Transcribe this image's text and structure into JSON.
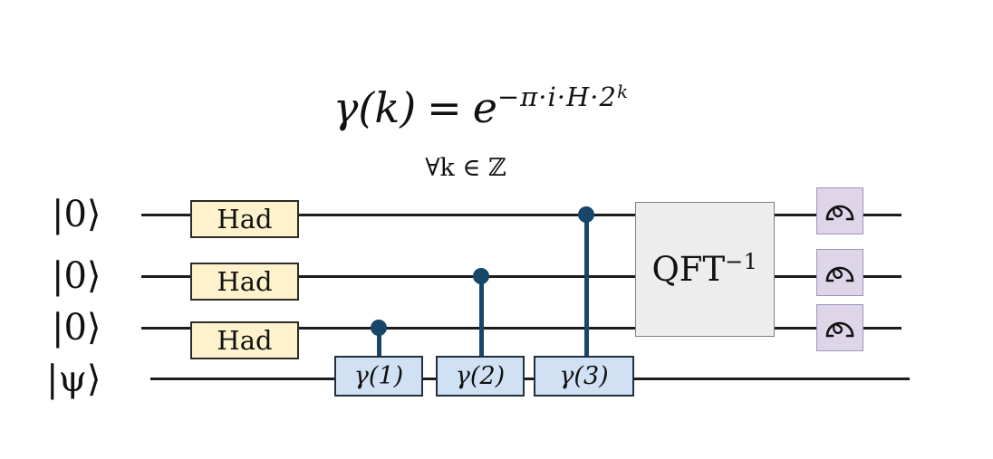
{
  "title_formula": {
    "lhs": "γ(k)",
    "equals": "=",
    "base": "e",
    "exponent": "−π·i·H·2",
    "exponent_power": "k",
    "quantifier": "∀k ∈ ℤ"
  },
  "wires": [
    {
      "label": "|0⟩"
    },
    {
      "label": "|0⟩"
    },
    {
      "label": "|0⟩"
    },
    {
      "label": "|ψ⟩"
    }
  ],
  "gates": {
    "hadamard_label": "Had",
    "controlled": [
      {
        "label": "γ(1)"
      },
      {
        "label": "γ(2)"
      },
      {
        "label": "γ(3)"
      }
    ],
    "qft": {
      "label": "QFT",
      "superscript": "−1"
    },
    "measurement_count": 3
  },
  "colors": {
    "background": "#ffffff",
    "wire": "#1c1c1c",
    "control": "#174669",
    "hadamard_fill": "#fdf2cc",
    "hadamard_border": "#2f2a26",
    "controlled_fill": "#cfe1f2",
    "controlled_border": "#22303d",
    "qft_fill": "#ededed",
    "qft_border": "#7f7f7f",
    "measure_fill": "#ded5e8",
    "measure_border": "#a094bb"
  }
}
